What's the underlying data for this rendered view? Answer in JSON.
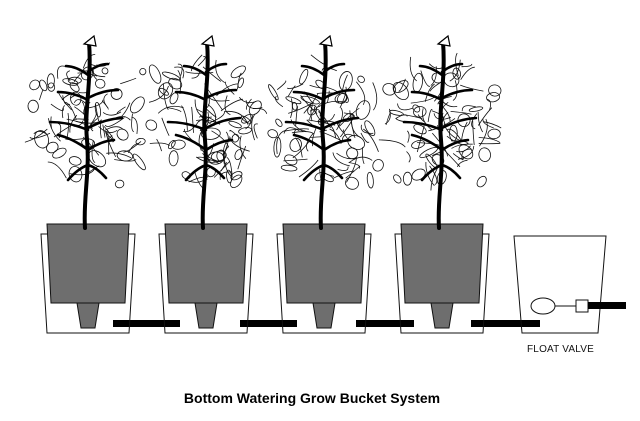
{
  "diagram": {
    "title": "Bottom Watering Grow Bucket System",
    "float_valve_label": "FLOAT VALVE",
    "plant_count": 4
  },
  "colors": {
    "pot_fill": "#6e6e6e",
    "outline": "#111111",
    "pipe": "#000000",
    "background": "#ffffff"
  }
}
